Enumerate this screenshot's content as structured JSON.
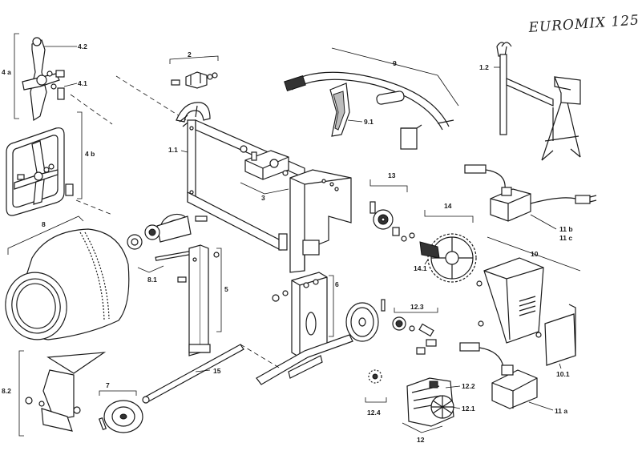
{
  "title": "EUROMIX 125",
  "labels": {
    "l4_2": "4.2",
    "l4_1": "4.1",
    "l4a": "4 a",
    "l4b": "4 b",
    "l2": "2",
    "l9": "9",
    "l9_1": "9.1",
    "l1_1": "1.1",
    "l3": "3",
    "l1_2": "1.2",
    "l13": "13",
    "l14": "14",
    "l14_1": "14.1",
    "l11b": "11 b",
    "l11c": "11 c",
    "l10": "10",
    "l8": "8",
    "l8_1": "8.1",
    "l5": "5",
    "l6": "6",
    "l12_3": "12.3",
    "l10_1": "10.1",
    "l8_2": "8.2",
    "l7": "7",
    "l15": "15",
    "l12_2": "12.2",
    "l12_1": "12.1",
    "l12_4": "12.4",
    "l12": "12",
    "l11a": "11 a"
  }
}
